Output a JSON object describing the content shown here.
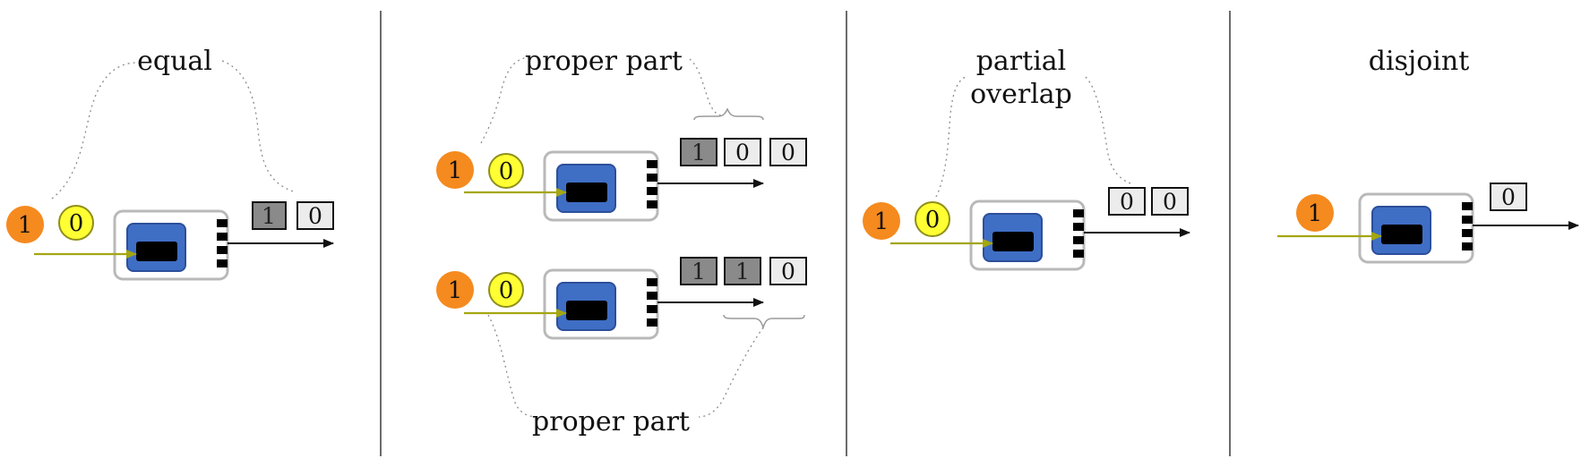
{
  "colors": {
    "panel_divider": "#3a3a3a",
    "input_one_fill": "#f58a1f",
    "input_zero_fill": "#ffff33",
    "input_zero_stroke": "#8f8f1a",
    "wire": "#a4a613",
    "chip_stroke": "#b9b9b9",
    "chip_core": "#3f6ec5",
    "chip_core_stroke": "#2c4f9a",
    "chip_slot": "#000000",
    "bit_set_fill": "#8a8a8a",
    "bit_clear_fill": "#ececec",
    "brace": "#9a9a9a",
    "callout": "#8c8c8c"
  },
  "panels": [
    {
      "label": "equal",
      "inputs": [
        "1",
        "0"
      ],
      "outputs": [
        {
          "value": "1",
          "set": true
        },
        {
          "value": "0",
          "set": false
        }
      ]
    },
    {
      "label_top": "proper part",
      "label_bottom": "proper part",
      "top_inputs": [
        "1",
        "0"
      ],
      "top_outputs": [
        {
          "value": "1",
          "set": true
        },
        {
          "value": "0",
          "set": false
        },
        {
          "value": "0",
          "set": false
        }
      ],
      "bottom_inputs": [
        "1",
        "0"
      ],
      "bottom_outputs": [
        {
          "value": "1",
          "set": true
        },
        {
          "value": "1",
          "set": true
        },
        {
          "value": "0",
          "set": false
        }
      ]
    },
    {
      "label_line1": "partial",
      "label_line2": "overlap",
      "inputs": [
        "1",
        "0"
      ],
      "outputs": [
        {
          "value": "0",
          "set": false
        },
        {
          "value": "0",
          "set": false
        }
      ]
    },
    {
      "label": "disjoint",
      "inputs": [
        "1"
      ],
      "outputs": [
        {
          "value": "0",
          "set": false
        }
      ]
    }
  ]
}
